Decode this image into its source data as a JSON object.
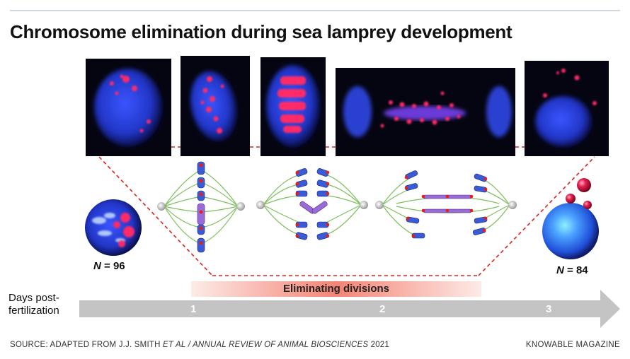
{
  "title": "Chromosome elimination during sea lamprey development",
  "labels": {
    "n_before_var": "N",
    "n_before_rest": " = 96",
    "n_after_var": "N",
    "n_after_rest": " = 84",
    "days_line1": "Days post-",
    "days_line2": "fertilization",
    "eliminating": "Eliminating divisions",
    "tick1": "1",
    "tick2": "2",
    "tick3": "3"
  },
  "footer": {
    "source_prefix": "SOURCE: ADAPTED FROM J.J. SMITH ",
    "source_etal": "ET AL / ANNUAL REVIEW OF ANIMAL BIOSCIENCES",
    "source_year": " 2021",
    "brand": "KNOWABLE MAGAZINE"
  },
  "colors": {
    "nucleus_blue": "#2a3fd0",
    "chromatin_red": "#ff2a66",
    "spindle_green": "#7cbf5a",
    "dashed_red": "#e02020",
    "arrow_gray": "#c4c4c4"
  }
}
